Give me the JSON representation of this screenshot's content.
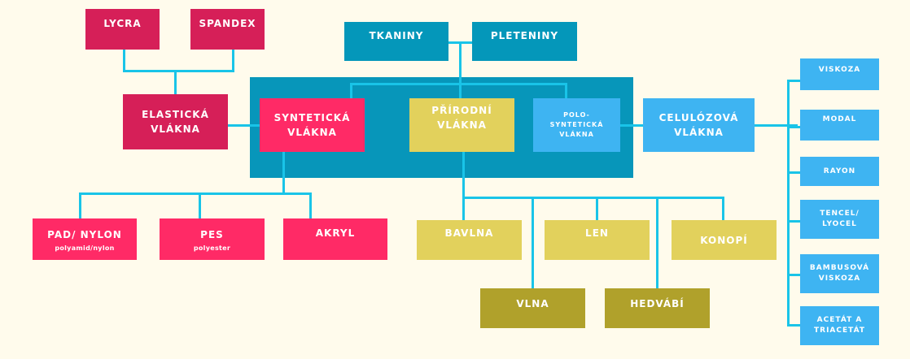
{
  "nodes": {
    "lycra": "LYCRA",
    "spandex": "SPANDEX",
    "elasticka": "ELASTICKÁ\nVLÁKNA",
    "tkaniny": "TKANINY",
    "pleteniny": "PLETENINY",
    "synteticka": "SYNTETICKÁ\nVLÁKNA",
    "prirodni": "PŘÍRODNÍ\nVLÁKNA",
    "polosynteticka": "POLO-\nSYNTETICKÁ\nVLÁKNA",
    "celulozova": "CELULÓZOVÁ\nVLÁKNA",
    "pad_nylon": "PAD/ NYLON",
    "pad_nylon_sub": "polyamid/nylon",
    "pes": "PES",
    "pes_sub": "polyester",
    "akryl": "AKRYL",
    "bavlna": "BAVLNA",
    "len": "LEN",
    "konopi": "KONOPÍ",
    "vlna": "VLNA",
    "hedvabi": "HEDVÁBÍ",
    "viskoza": "VISKOZA",
    "modal": "MODAL",
    "rayon": "RAYON",
    "tencel": "TENCEL/\nLYOCEL",
    "bambusova": "BAMBUSOVÁ\nVISKOZA",
    "acetat": "ACETÁT A\nTRIACETÁT"
  },
  "colors": {
    "background": "#fffbec",
    "connector": "#19c4e8",
    "elastic": "#d61f58",
    "synthetic": "#ff2a66",
    "fabric": "#0497ba",
    "natural": "#e2d15c",
    "animal": "#b0a12b",
    "cellulose": "#3eb4f2"
  }
}
